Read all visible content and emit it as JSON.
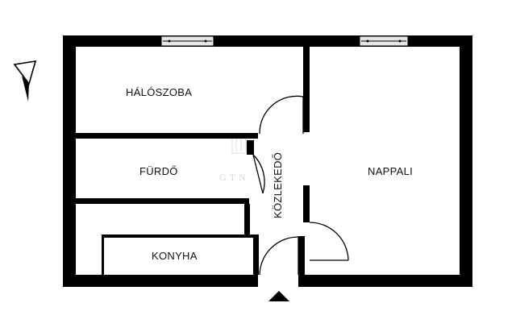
{
  "floor_plan": {
    "rooms": {
      "bedroom": "HÁLÓSZOBA",
      "bathroom": "FÜRDŐ",
      "corridor": "KÖZLEKEDŐ",
      "living_room": "NAPPALI",
      "kitchen": "KONYHA"
    },
    "watermark": "GTN",
    "colors": {
      "wall": "#000000",
      "background": "#ffffff",
      "window_fill": "#e6e6e6",
      "watermark": "#d2d2d2"
    },
    "icons": {
      "north_arrow": "compass-north-arrow-icon",
      "entrance": "entrance-triangle-icon"
    }
  }
}
